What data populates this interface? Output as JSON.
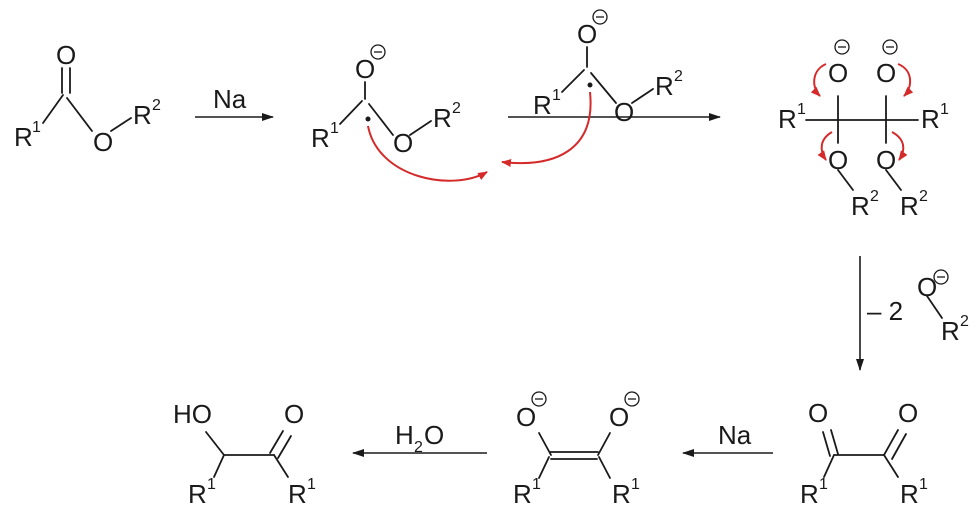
{
  "atoms": {
    "O": "O",
    "R": "R",
    "one": "1",
    "two": "2",
    "HO": "HO",
    "H": "H",
    "sub2": "2"
  },
  "reagents": {
    "na": "Na",
    "minus_two": "– 2",
    "na2": "Na"
  },
  "colors": {
    "ink": "#1a1a1a",
    "electron_arrow": "#d42a2a"
  }
}
